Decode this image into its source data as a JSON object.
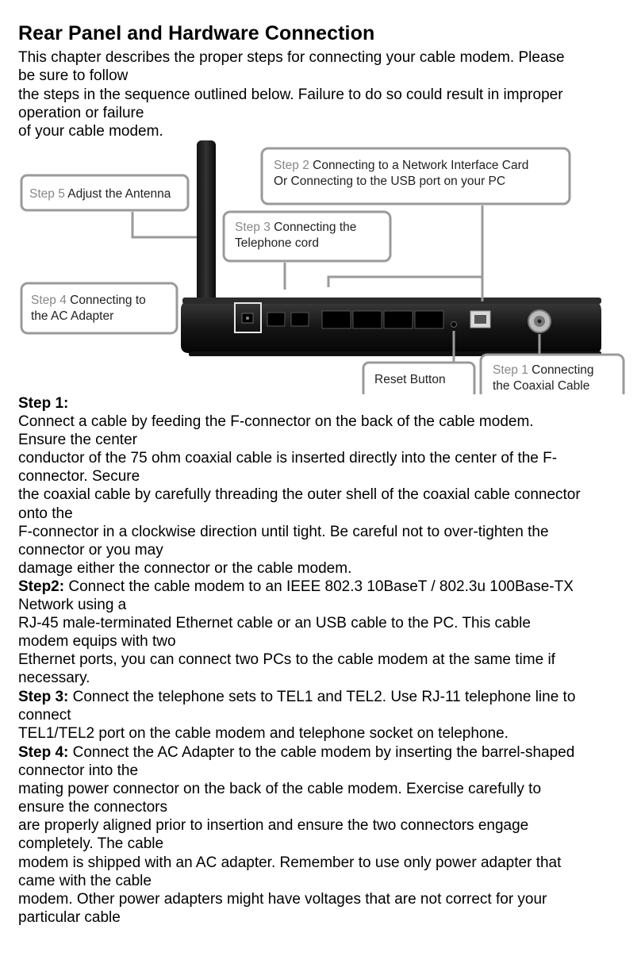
{
  "title": "Rear Panel and Hardware Connection",
  "intro_lines": [
    "This chapter describes the proper steps for connecting your cable modem. Please",
    "be sure to follow",
    "the steps in the sequence outlined below. Failure to do so could result in improper",
    "operation or failure",
    "of your cable modem."
  ],
  "figure": {
    "callouts": {
      "step5": {
        "step": "Step 5",
        "text1": "Adjust the Antenna"
      },
      "step2": {
        "step": "Step 2",
        "text1": "Connecting to a Network Interface Card",
        "text2": "Or Connecting to the USB port on your PC"
      },
      "step3": {
        "step": "Step 3",
        "text1": "Connecting the",
        "text2": "Telephone cord"
      },
      "step4": {
        "step": "Step 4",
        "text1": "Connecting to",
        "text2": "the AC Adapter"
      },
      "reset": {
        "text1": "Reset Button"
      },
      "step1": {
        "step": "Step 1",
        "text1": "Connecting",
        "text2": "the Coaxial Cable"
      }
    }
  },
  "step1": {
    "heading": "Step 1:",
    "lines": [
      "Connect a cable by feeding the F-connector on the back of the cable modem.",
      "Ensure the center",
      "conductor of the 75 ohm coaxial cable is inserted directly into the center of the F-",
      "connector. Secure",
      "the coaxial cable by carefully threading the outer shell of the coaxial cable connector",
      "onto the",
      "F-connector in a clockwise direction until tight. Be careful not to over-tighten the",
      "connector or you may",
      "damage either the connector or the cable modem."
    ]
  },
  "step2": {
    "heading": "Step2:",
    "first": " Connect the cable modem to an IEEE 802.3 10BaseT / 802.3u 100Base-TX",
    "lines": [
      "Network using a",
      "RJ-45 male-terminated Ethernet cable or an USB cable to the PC. This cable",
      "modem equips with two",
      "Ethernet ports, you can connect two PCs to the cable modem at the same time if",
      "necessary."
    ]
  },
  "step3": {
    "heading": "Step 3:",
    "first": " Connect the telephone sets to TEL1 and TEL2. Use RJ-11 telephone line to",
    "lines": [
      "connect",
      "TEL1/TEL2 port on the cable modem and telephone socket on telephone."
    ]
  },
  "step4": {
    "heading": "Step 4:",
    "first": " Connect the AC Adapter to the cable modem by inserting the barrel-shaped",
    "lines": [
      "connector into the",
      "mating power connector on the back of the cable modem. Exercise carefully to",
      "ensure the connectors",
      "are properly aligned prior to insertion and ensure the two connectors engage",
      "completely. The cable",
      "modem is shipped with an AC adapter. Remember to use only power adapter that",
      "came with the cable",
      "modem. Other power adapters might have voltages that are not correct for your",
      "particular cable"
    ]
  }
}
